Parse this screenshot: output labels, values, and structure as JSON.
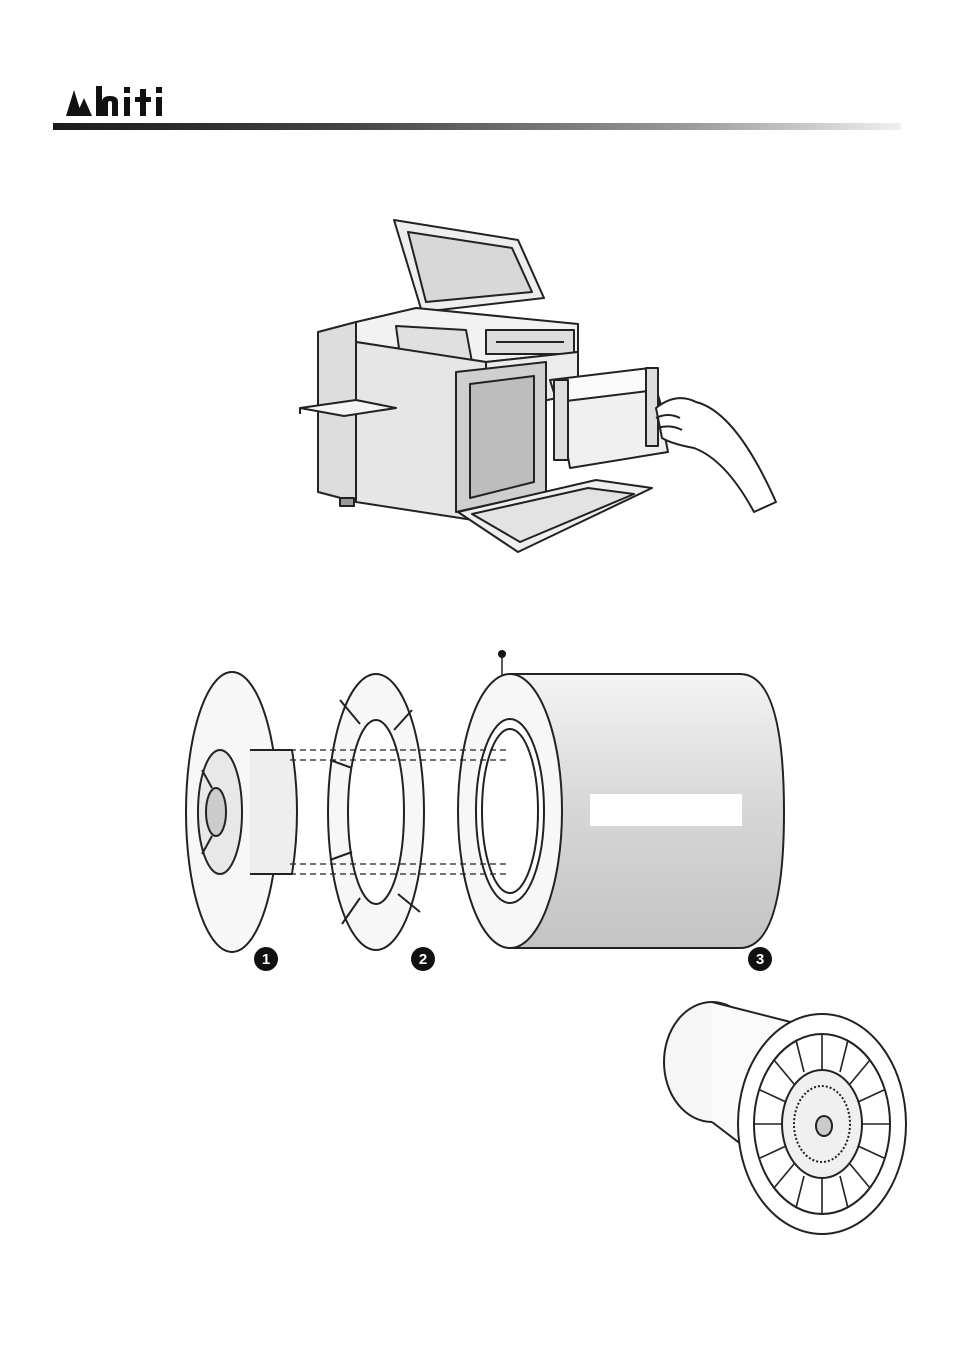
{
  "header": {
    "logo_text": "hiti",
    "rule_color": "#1a1a1a"
  },
  "figures": {
    "printer": {
      "icon": "printer-ribbon-loading-illustration"
    },
    "spool": {
      "icon": "paper-roll-exploded-illustration",
      "callouts": [
        "1",
        "2",
        "3"
      ]
    },
    "ribbon_spool": {
      "icon": "ribbon-spool-illustration"
    }
  }
}
